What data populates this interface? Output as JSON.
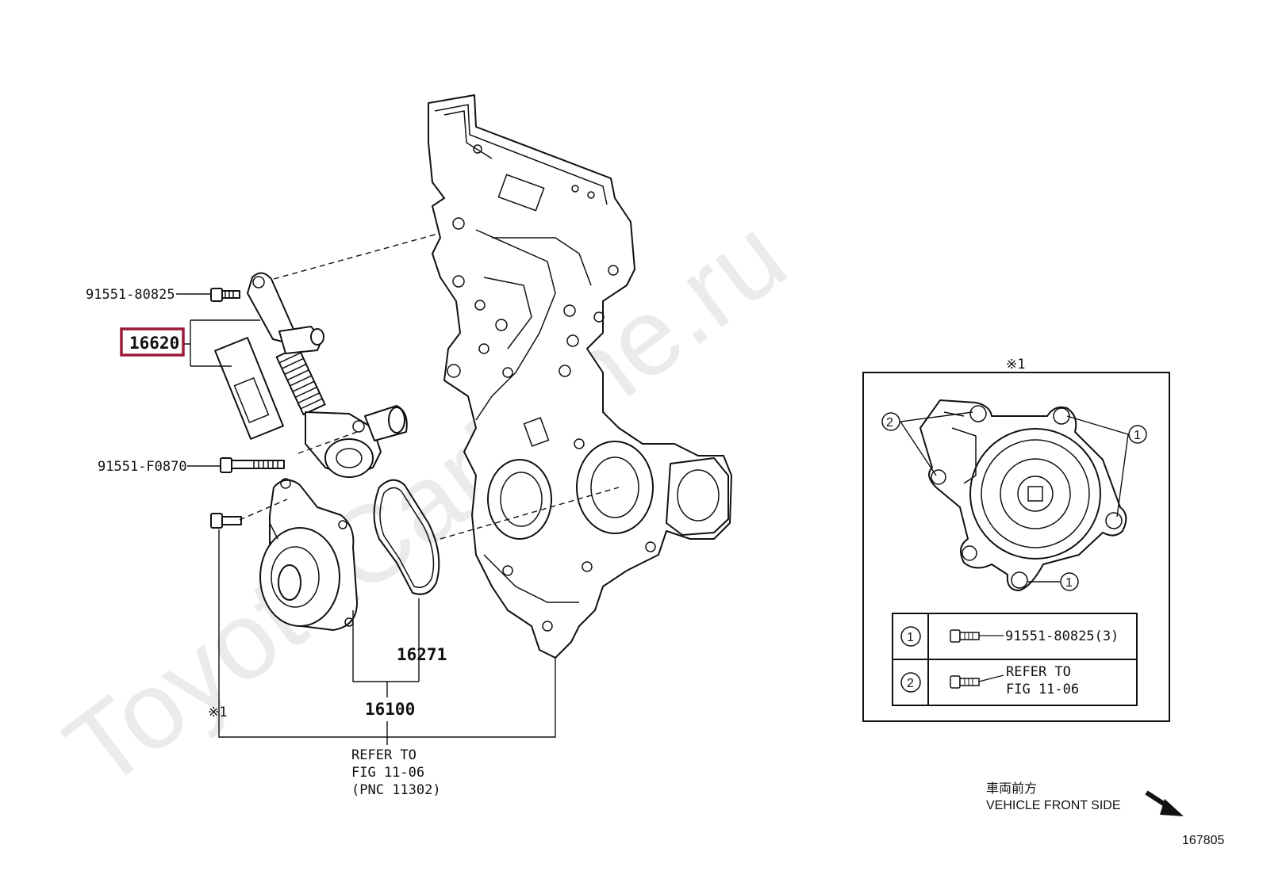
{
  "watermark": "ToyotaCarMine.ru",
  "labels": {
    "bolt_top": "91551-80825",
    "tensioner": "16620",
    "bolt_mid": "91551-F0870",
    "gasket": "16271",
    "cover": "16100",
    "note_left": "※1",
    "note_inset": "※1"
  },
  "refer_main": {
    "line1": "REFER TO",
    "line2": "FIG 11-06",
    "line3": "(PNC 11302)"
  },
  "inset": {
    "callout_1": "1",
    "callout_2": "2",
    "table": {
      "row1_num": "1",
      "row1_part": "91551-80825(3)",
      "row2_num": "2",
      "row2_line1": "REFER TO",
      "row2_line2": "FIG 11-06"
    }
  },
  "vehicle_front": {
    "jp": "車両前方",
    "en": "VEHICLE FRONT SIDE"
  },
  "diagram_id": "167805",
  "colors": {
    "highlight": "#9b1b3a",
    "line": "#111111",
    "watermark": "#ebebeb"
  }
}
